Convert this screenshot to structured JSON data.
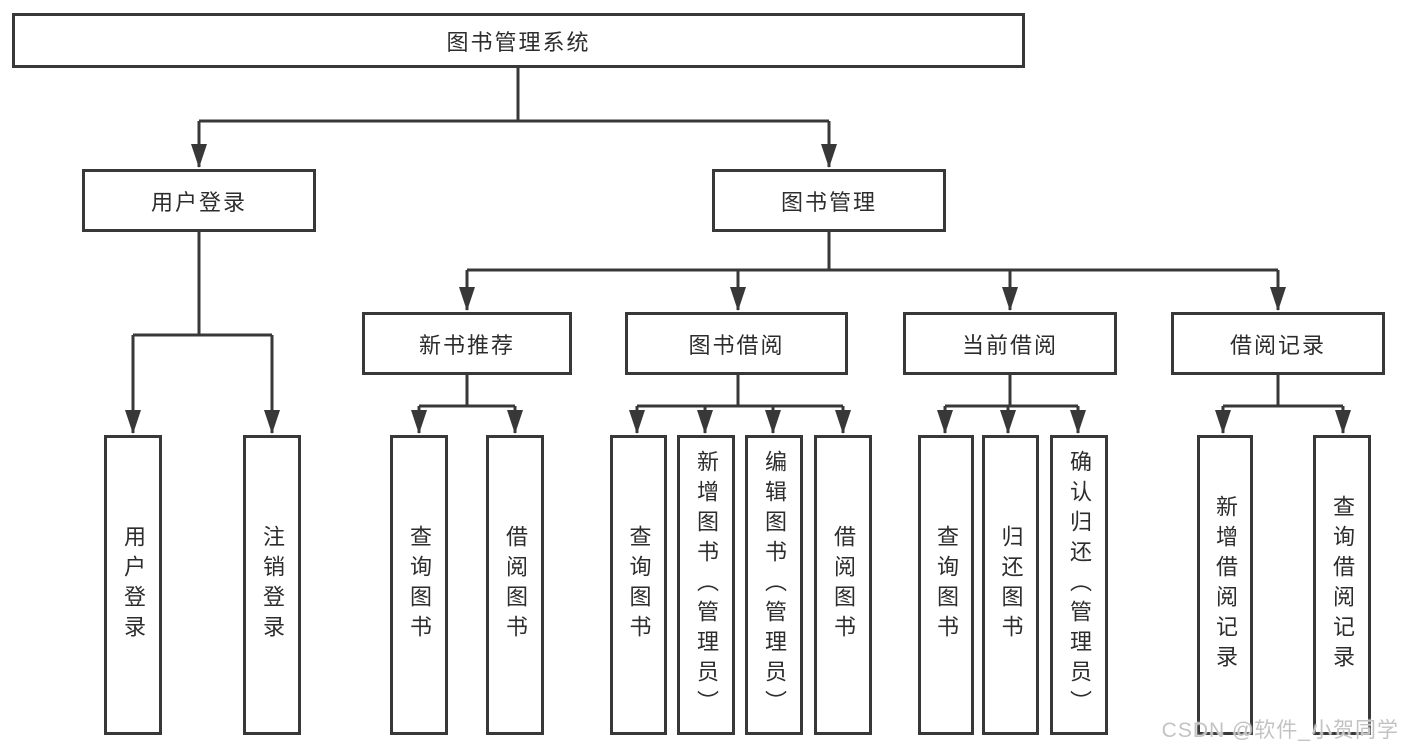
{
  "diagram_title": "图书管理系统",
  "watermark": "CSDN @软件_小贺同学",
  "colors": {
    "line": "#383838",
    "box_border": "#383838",
    "text": "#2d2d2d",
    "watermark": "#c3c3c3",
    "background": "#ffffff"
  },
  "tree": {
    "root": {
      "label": "图书管理系统",
      "children": [
        {
          "label": "用户登录",
          "children": [
            {
              "label": "用户登录"
            },
            {
              "label": "注销登录"
            }
          ]
        },
        {
          "label": "图书管理",
          "children": [
            {
              "label": "新书推荐",
              "children": [
                {
                  "label": "查询图书"
                },
                {
                  "label": "借阅图书"
                }
              ]
            },
            {
              "label": "图书借阅",
              "children": [
                {
                  "label": "查询图书"
                },
                {
                  "label": "新增图书（管理员）"
                },
                {
                  "label": "编辑图书（管理员）"
                },
                {
                  "label": "借阅图书"
                }
              ]
            },
            {
              "label": "当前借阅",
              "children": [
                {
                  "label": "查询图书"
                },
                {
                  "label": "归还图书"
                },
                {
                  "label": "确认归还（管理员）"
                }
              ]
            },
            {
              "label": "借阅记录",
              "children": [
                {
                  "label": "新增借阅记录"
                },
                {
                  "label": "查询借阅记录"
                }
              ]
            }
          ]
        }
      ]
    }
  }
}
